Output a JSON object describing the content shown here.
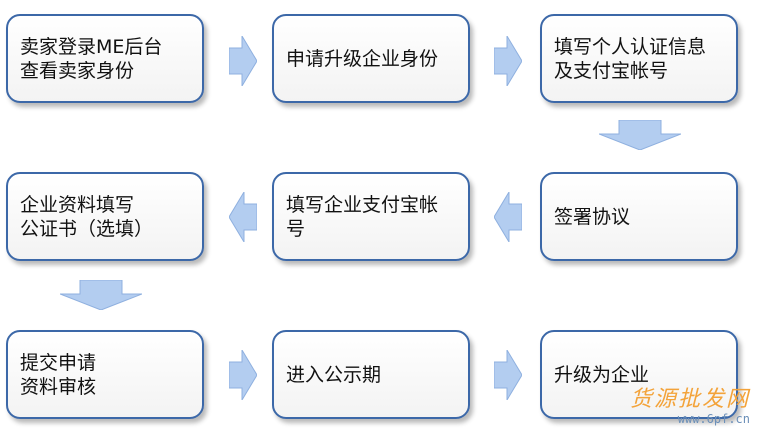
{
  "steps": [
    {
      "id": "seller-login",
      "text": "卖家登录ME后台\n查看卖家身份"
    },
    {
      "id": "apply-upgrade",
      "text": "申请升级企业身份"
    },
    {
      "id": "fill-personal-info",
      "text": "填写个人认证信息\n及支付宝帐号"
    },
    {
      "id": "sign-agreement",
      "text": "签署协议"
    },
    {
      "id": "fill-enterprise-alipay",
      "text": "填写企业支付宝帐\n号"
    },
    {
      "id": "fill-enterprise-docs",
      "text": "企业资料填写\n公证书（选填）"
    },
    {
      "id": "submit-review",
      "text": "提交申请\n资料审核"
    },
    {
      "id": "public-notice",
      "text": "进入公示期"
    },
    {
      "id": "upgrade-enterprise",
      "text": "升级为企业"
    }
  ],
  "arrow_fill": "#b3cdf0",
  "arrow_stroke": "#8fb0df",
  "watermark": {
    "main": "货源批发网",
    "sub": "www.6pf.cn"
  }
}
